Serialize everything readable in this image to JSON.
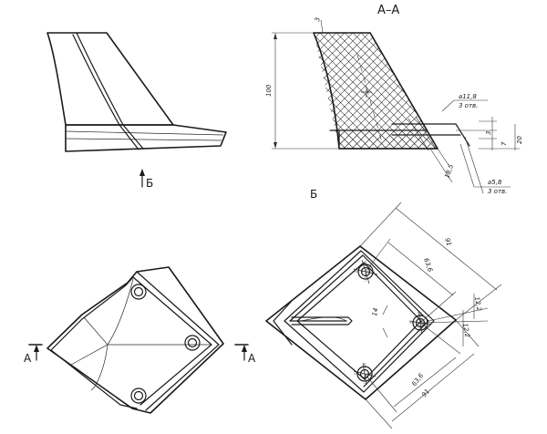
{
  "section_title": "А–А",
  "view_label": "Б",
  "arrow_b_label": "Б",
  "section_left_label": "А",
  "section_right_label": "А",
  "dims": {
    "height_total": "100",
    "top_chamfer": "3",
    "hole_large": "⌀11,8",
    "hole_large_count": "3 отв.",
    "hole_small": "⌀5,8",
    "hole_small_count": "3 отв.",
    "offset_3": "3",
    "offset_7": "7",
    "base_20": "20",
    "depth_185": "18,5",
    "width_91_top": "91",
    "inner_636_top": "63,6",
    "half_122_a": "12,2",
    "half_122_b": "12,2",
    "inner_636_bottom": "63,6",
    "width_91_bottom": "91",
    "gap_14": "14"
  }
}
